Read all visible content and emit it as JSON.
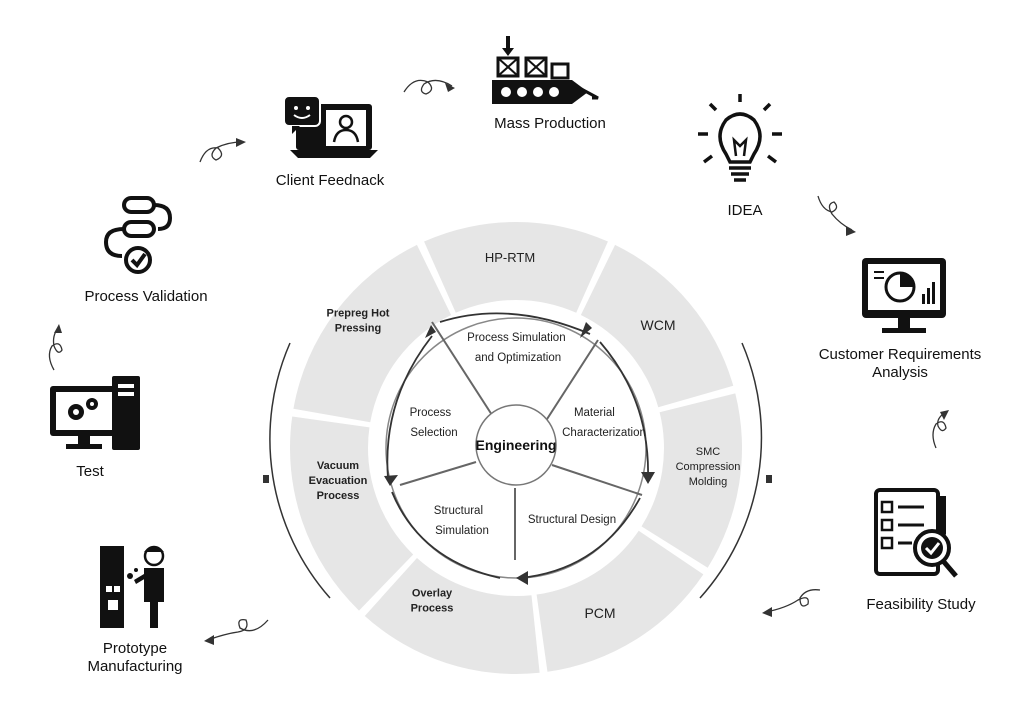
{
  "outer_steps": {
    "mass_production": "Mass Production",
    "idea": "IDEA",
    "customer_requirements": [
      "Customer Requirements",
      "Analysis"
    ],
    "feasibility_study": "Feasibility Study",
    "prototype_manufacturing": [
      "Prototype",
      "Manufacturing"
    ],
    "test": "Test",
    "process_validation": "Process Validation",
    "client_feedback": "Client Feednack"
  },
  "ring_segments": {
    "hp_rtm": [
      "HP-RTM"
    ],
    "wcm": [
      "WCM"
    ],
    "smc": [
      "SMC",
      "Compression",
      "Molding"
    ],
    "pcm": [
      "PCM"
    ],
    "overlay": [
      "Overlay",
      "Process"
    ],
    "vacuum": [
      "Vacuum",
      "Evacuation",
      "Process"
    ],
    "prepreg": [
      "Prepreg Hot",
      "Pressing"
    ]
  },
  "inner_segments": {
    "process_simulation": [
      "Process Simulation",
      "and Optimization"
    ],
    "material_characterization": [
      "Material",
      "Characterization"
    ],
    "structural_design": [
      "Structural Design"
    ],
    "structural_simulation": [
      "Structural",
      "Simulation"
    ],
    "process_selection": [
      "Process",
      "Selection"
    ]
  },
  "center": "Engineering",
  "colors": {
    "ring": "#e6e6e6",
    "ink": "#111111",
    "inner_stroke": "#666666"
  }
}
